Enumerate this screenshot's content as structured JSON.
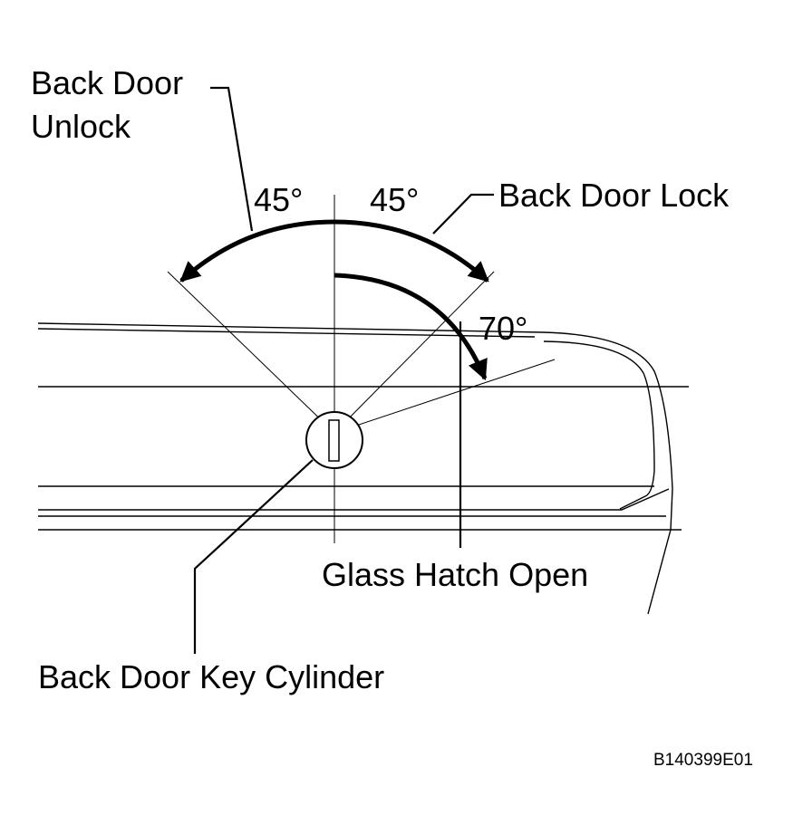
{
  "labels": {
    "unlock_line1": "Back Door",
    "unlock_line2": "Unlock",
    "lock": "Back Door Lock",
    "angle_left": "45°",
    "angle_right": "45°",
    "angle_hatch": "70°",
    "glass_hatch": "Glass Hatch Open",
    "key_cylinder": "Back Door Key Cylinder",
    "figure_code": "B140399E01"
  }
}
